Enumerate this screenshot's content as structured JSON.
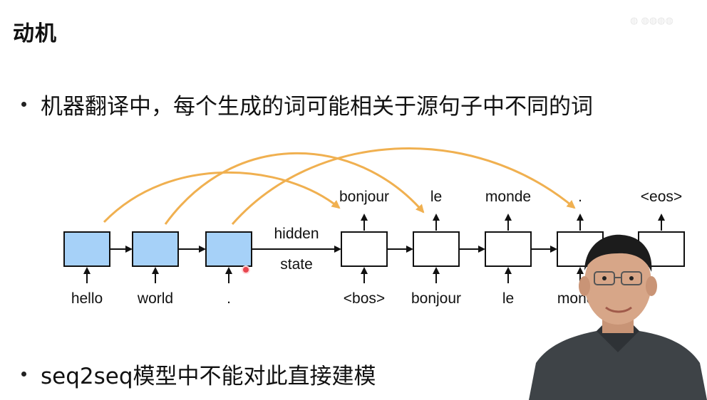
{
  "slide": {
    "title": "动机",
    "bullets": [
      "机器翻译中，每个生成的词可能相关于源句子中不同的词",
      "seq2seq模型中不能对此直接建模"
    ]
  },
  "diagram": {
    "encoder_inputs": [
      "hello",
      "world",
      "."
    ],
    "decoder_inputs": [
      "<bos>",
      "bonjour",
      "le",
      "monde"
    ],
    "decoder_outputs": [
      "bonjour",
      "le",
      "monde",
      ".",
      "<eos>"
    ],
    "hidden_state_label": [
      "hidden",
      "state"
    ],
    "colors": {
      "encoder_fill": "#a6d1f8",
      "decoder_fill": "#ffffff",
      "attention_arrow": "#f0b050"
    }
  },
  "overlay": {
    "presenter": "presenter-video",
    "pointer": "laser-pointer"
  }
}
